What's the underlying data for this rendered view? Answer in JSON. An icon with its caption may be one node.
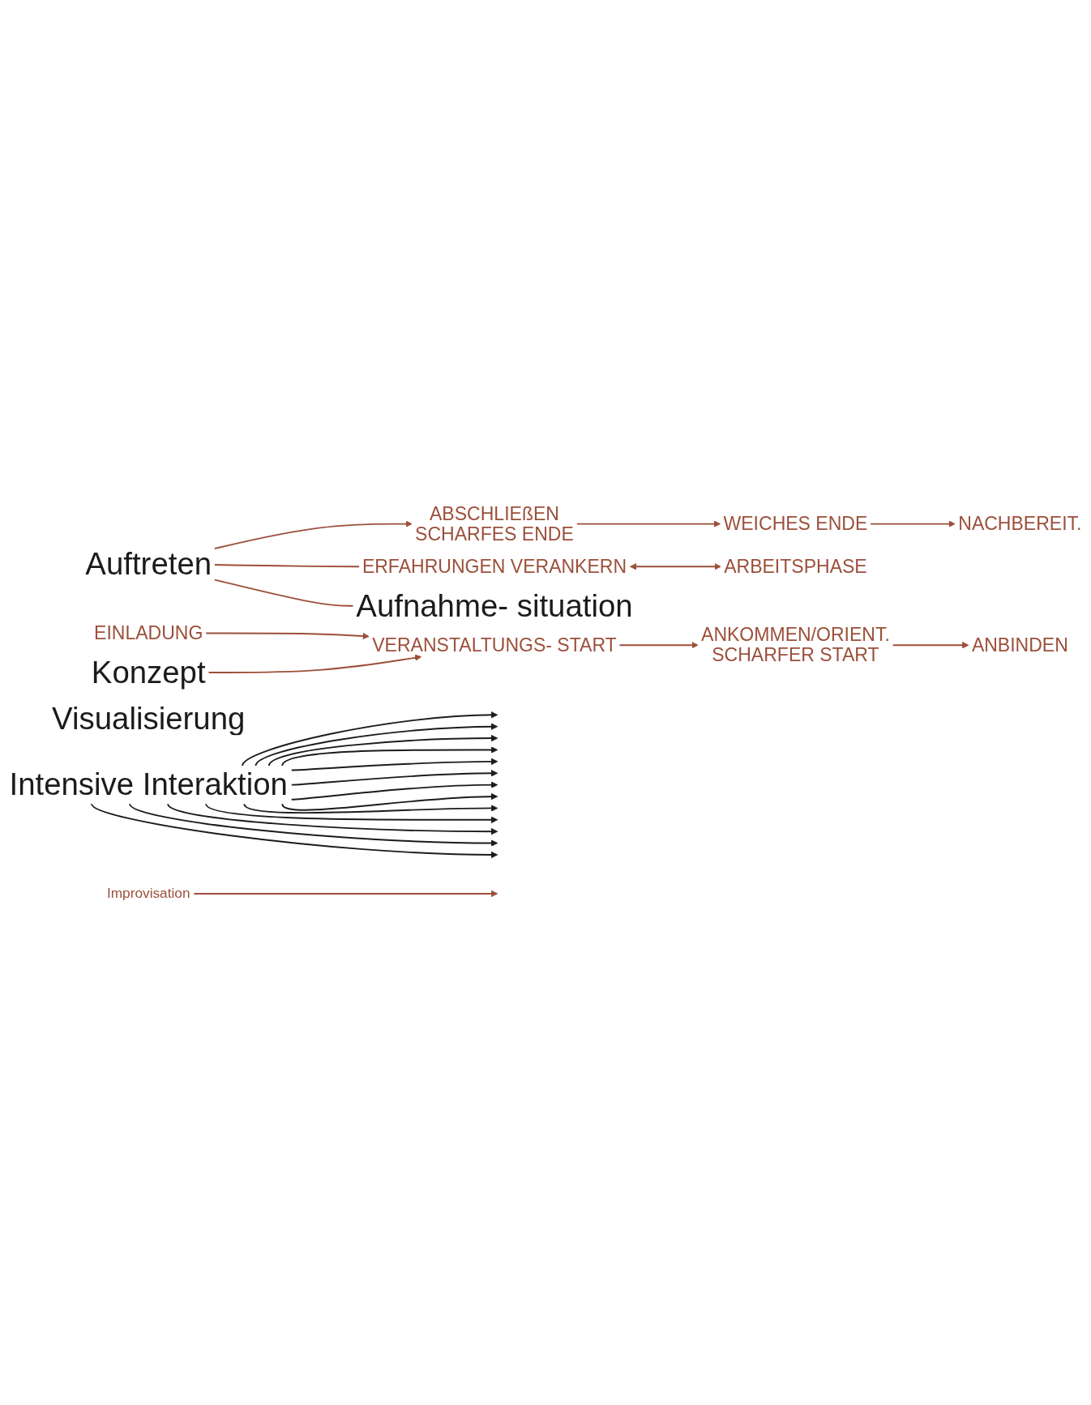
{
  "diagram": {
    "nodes": [
      {
        "text": [
          "NACHBEREIT."
        ]
      },
      {
        "text": [
          "WEICHES ENDE"
        ]
      },
      {
        "text": [
          "ABSCHLIEßEN",
          "SCHARFES ENDE"
        ]
      },
      {
        "text": [
          "Auftreten"
        ]
      },
      {
        "text": [
          "Intensive Interaktion"
        ]
      },
      {
        "text": [
          "Improvisation"
        ]
      },
      {
        "text": [
          "Visualisierung"
        ]
      },
      {
        "text": [
          "ERFAHRUNGEN VERANKERN"
        ]
      },
      {
        "text": [
          "Aufnahme- situation"
        ]
      },
      {
        "text": [
          "ARBEITSPHASE"
        ]
      },
      {
        "text": [
          "ANBINDEN"
        ]
      },
      {
        "text": [
          "ANKOMMEN/ORIENT.",
          "SCHARFER START"
        ]
      },
      {
        "text": [
          "Konzept"
        ]
      },
      {
        "text": [
          "VERANSTALTUNGS- START"
        ]
      },
      {
        "text": [
          "EINLADUNG"
        ]
      }
    ],
    "edges": [
      {
        "from": 3,
        "to": 2,
        "arrow": "to",
        "color": "#9c4f3a"
      },
      {
        "from": 2,
        "to": 1,
        "arrow": "to",
        "color": "#9c4f3a"
      },
      {
        "from": 1,
        "to": 0,
        "arrow": "to",
        "color": "#9c4f3a"
      },
      {
        "from": 3,
        "to": 7,
        "arrow": "none",
        "color": "#9c4f3a"
      },
      {
        "from": 3,
        "to": 8,
        "arrow": "none",
        "color": "#9c4f3a"
      },
      {
        "from": 4,
        "to": null,
        "arrow": "to"
      },
      {
        "from": 4,
        "to": null,
        "arrow": "to"
      },
      {
        "from": 4,
        "to": null,
        "arrow": "to"
      },
      {
        "from": 4,
        "to": null,
        "arrow": "to"
      },
      {
        "from": 4,
        "to": null,
        "arrow": "to"
      },
      {
        "from": 4,
        "to": null,
        "arrow": "to"
      },
      {
        "from": 4,
        "to": null,
        "arrow": "to"
      },
      {
        "from": 4,
        "to": null,
        "arrow": "to"
      },
      {
        "from": 4,
        "to": null,
        "arrow": "to"
      },
      {
        "from": 4,
        "to": null,
        "arrow": "to"
      },
      {
        "from": 4,
        "to": null,
        "arrow": "to"
      },
      {
        "from": 4,
        "to": null,
        "arrow": "to"
      },
      {
        "from": 4,
        "to": null,
        "arrow": "to"
      },
      {
        "from": 5,
        "to": null,
        "arrow": "to",
        "color": "#9c4f3a"
      },
      {
        "from": 7,
        "to": 9,
        "arrow": "both",
        "color": "#9c4f3a"
      },
      {
        "from": 14,
        "to": 13,
        "arrow": "to",
        "color": "#9c4f3a"
      },
      {
        "from": 12,
        "to": 13,
        "arrow": "to",
        "color": "#9c4f3a"
      },
      {
        "from": 13,
        "to": 11,
        "arrow": "to",
        "color": "#9c4f3a"
      },
      {
        "from": 11,
        "to": 10,
        "arrow": "to",
        "color": "#9c4f3a"
      }
    ]
  }
}
